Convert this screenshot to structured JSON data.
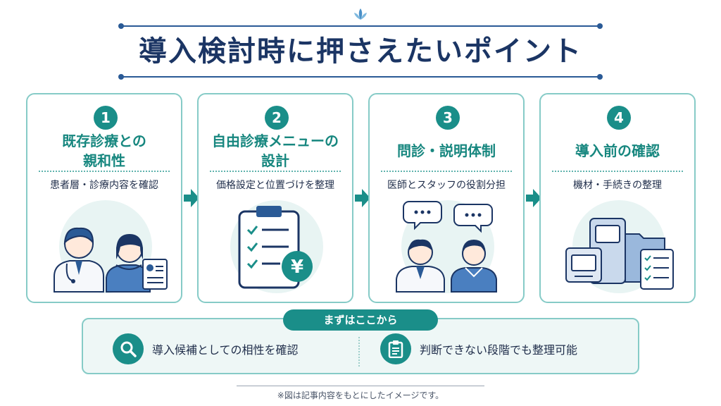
{
  "title": "導入検討時に押さえたいポイント",
  "steps": [
    {
      "number": "1",
      "heading_lines": [
        "既存診療との",
        "親和性"
      ],
      "subtitle": "患者層・診療内容を確認"
    },
    {
      "number": "2",
      "heading_lines": [
        "自由診療メニューの",
        "設計"
      ],
      "subtitle": "価格設定と位置づけを整理"
    },
    {
      "number": "3",
      "heading_lines": [
        "問診・説明体制"
      ],
      "subtitle": "医師とスタッフの役割分担"
    },
    {
      "number": "4",
      "heading_lines": [
        "導入前の確認"
      ],
      "subtitle": "機材・手続きの整理"
    }
  ],
  "start_here": {
    "label": "まずはここから",
    "items": [
      {
        "text": "導入候補としての相性を確認",
        "icon": "magnifier-icon"
      },
      {
        "text": "判断できない段階でも整理可能",
        "icon": "clipboard-icon"
      }
    ]
  },
  "yen_symbol": "¥",
  "footnote": "※図は記事内容をもとにしたイメージです。",
  "colors": {
    "teal": "#1a8e89",
    "navy": "#1b3564",
    "border": "#86cbc7",
    "illustration_bg": "#e8f4f3"
  }
}
